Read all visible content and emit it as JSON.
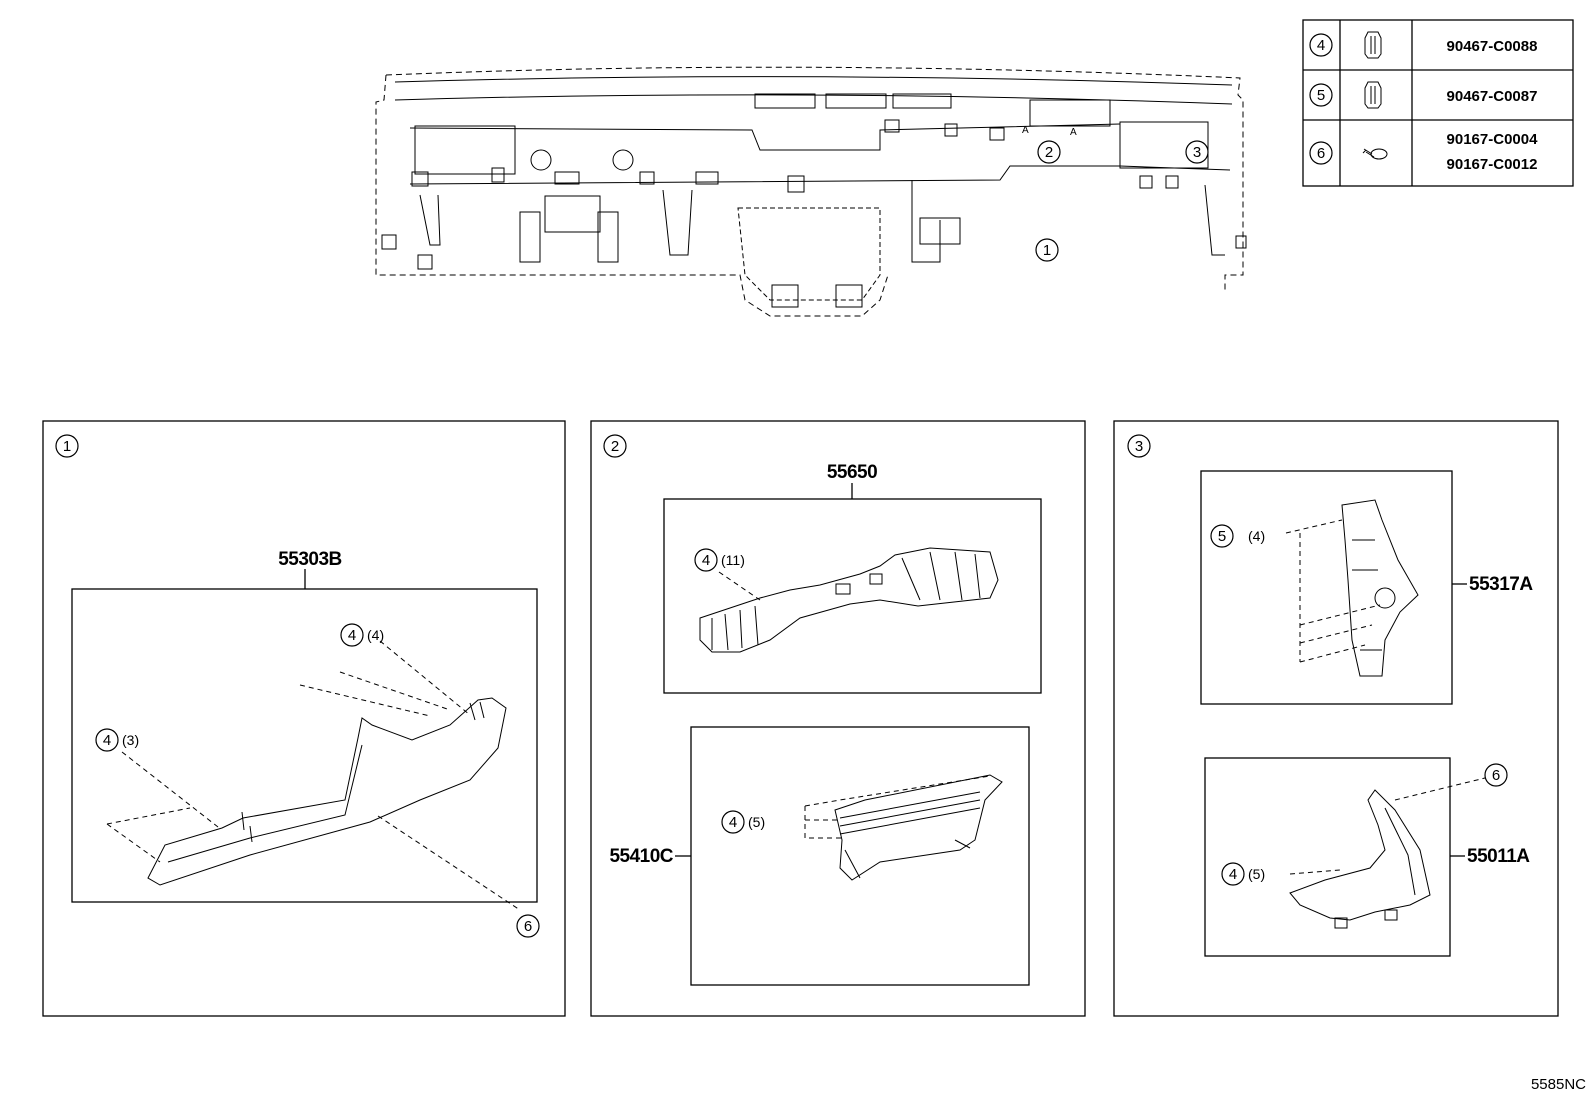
{
  "legend": [
    {
      "marker": "4",
      "icon": "clip-icon",
      "parts": [
        "90467-C0088"
      ]
    },
    {
      "marker": "5",
      "icon": "clip-icon",
      "parts": [
        "90467-C0087"
      ]
    },
    {
      "marker": "6",
      "icon": "screw-icon",
      "parts": [
        "90167-C0004",
        "90167-C0012"
      ]
    }
  ],
  "overview": {
    "callouts": [
      "1",
      "2",
      "3"
    ],
    "markers": [
      "A",
      "A"
    ]
  },
  "panel1": {
    "marker": "1",
    "part_number": "55303B",
    "refs": [
      {
        "marker": "4",
        "qty": "(4)"
      },
      {
        "marker": "4",
        "qty": "(3)"
      },
      {
        "marker": "6",
        "qty": ""
      }
    ]
  },
  "panel2": {
    "marker": "2",
    "upper_part_number": "55650",
    "upper_ref": {
      "marker": "4",
      "qty": "(11)"
    },
    "lower_part_number": "55410C",
    "lower_ref": {
      "marker": "4",
      "qty": "(5)"
    }
  },
  "panel3": {
    "marker": "3",
    "upper_part_number": "55317A",
    "upper_ref": {
      "marker": "5",
      "qty": "(4)"
    },
    "lower_part_number": "55011A",
    "lower_ref": {
      "marker": "4",
      "qty": "(5)"
    },
    "lower_ref2": {
      "marker": "6",
      "qty": ""
    }
  },
  "footer_code": "5585NC"
}
